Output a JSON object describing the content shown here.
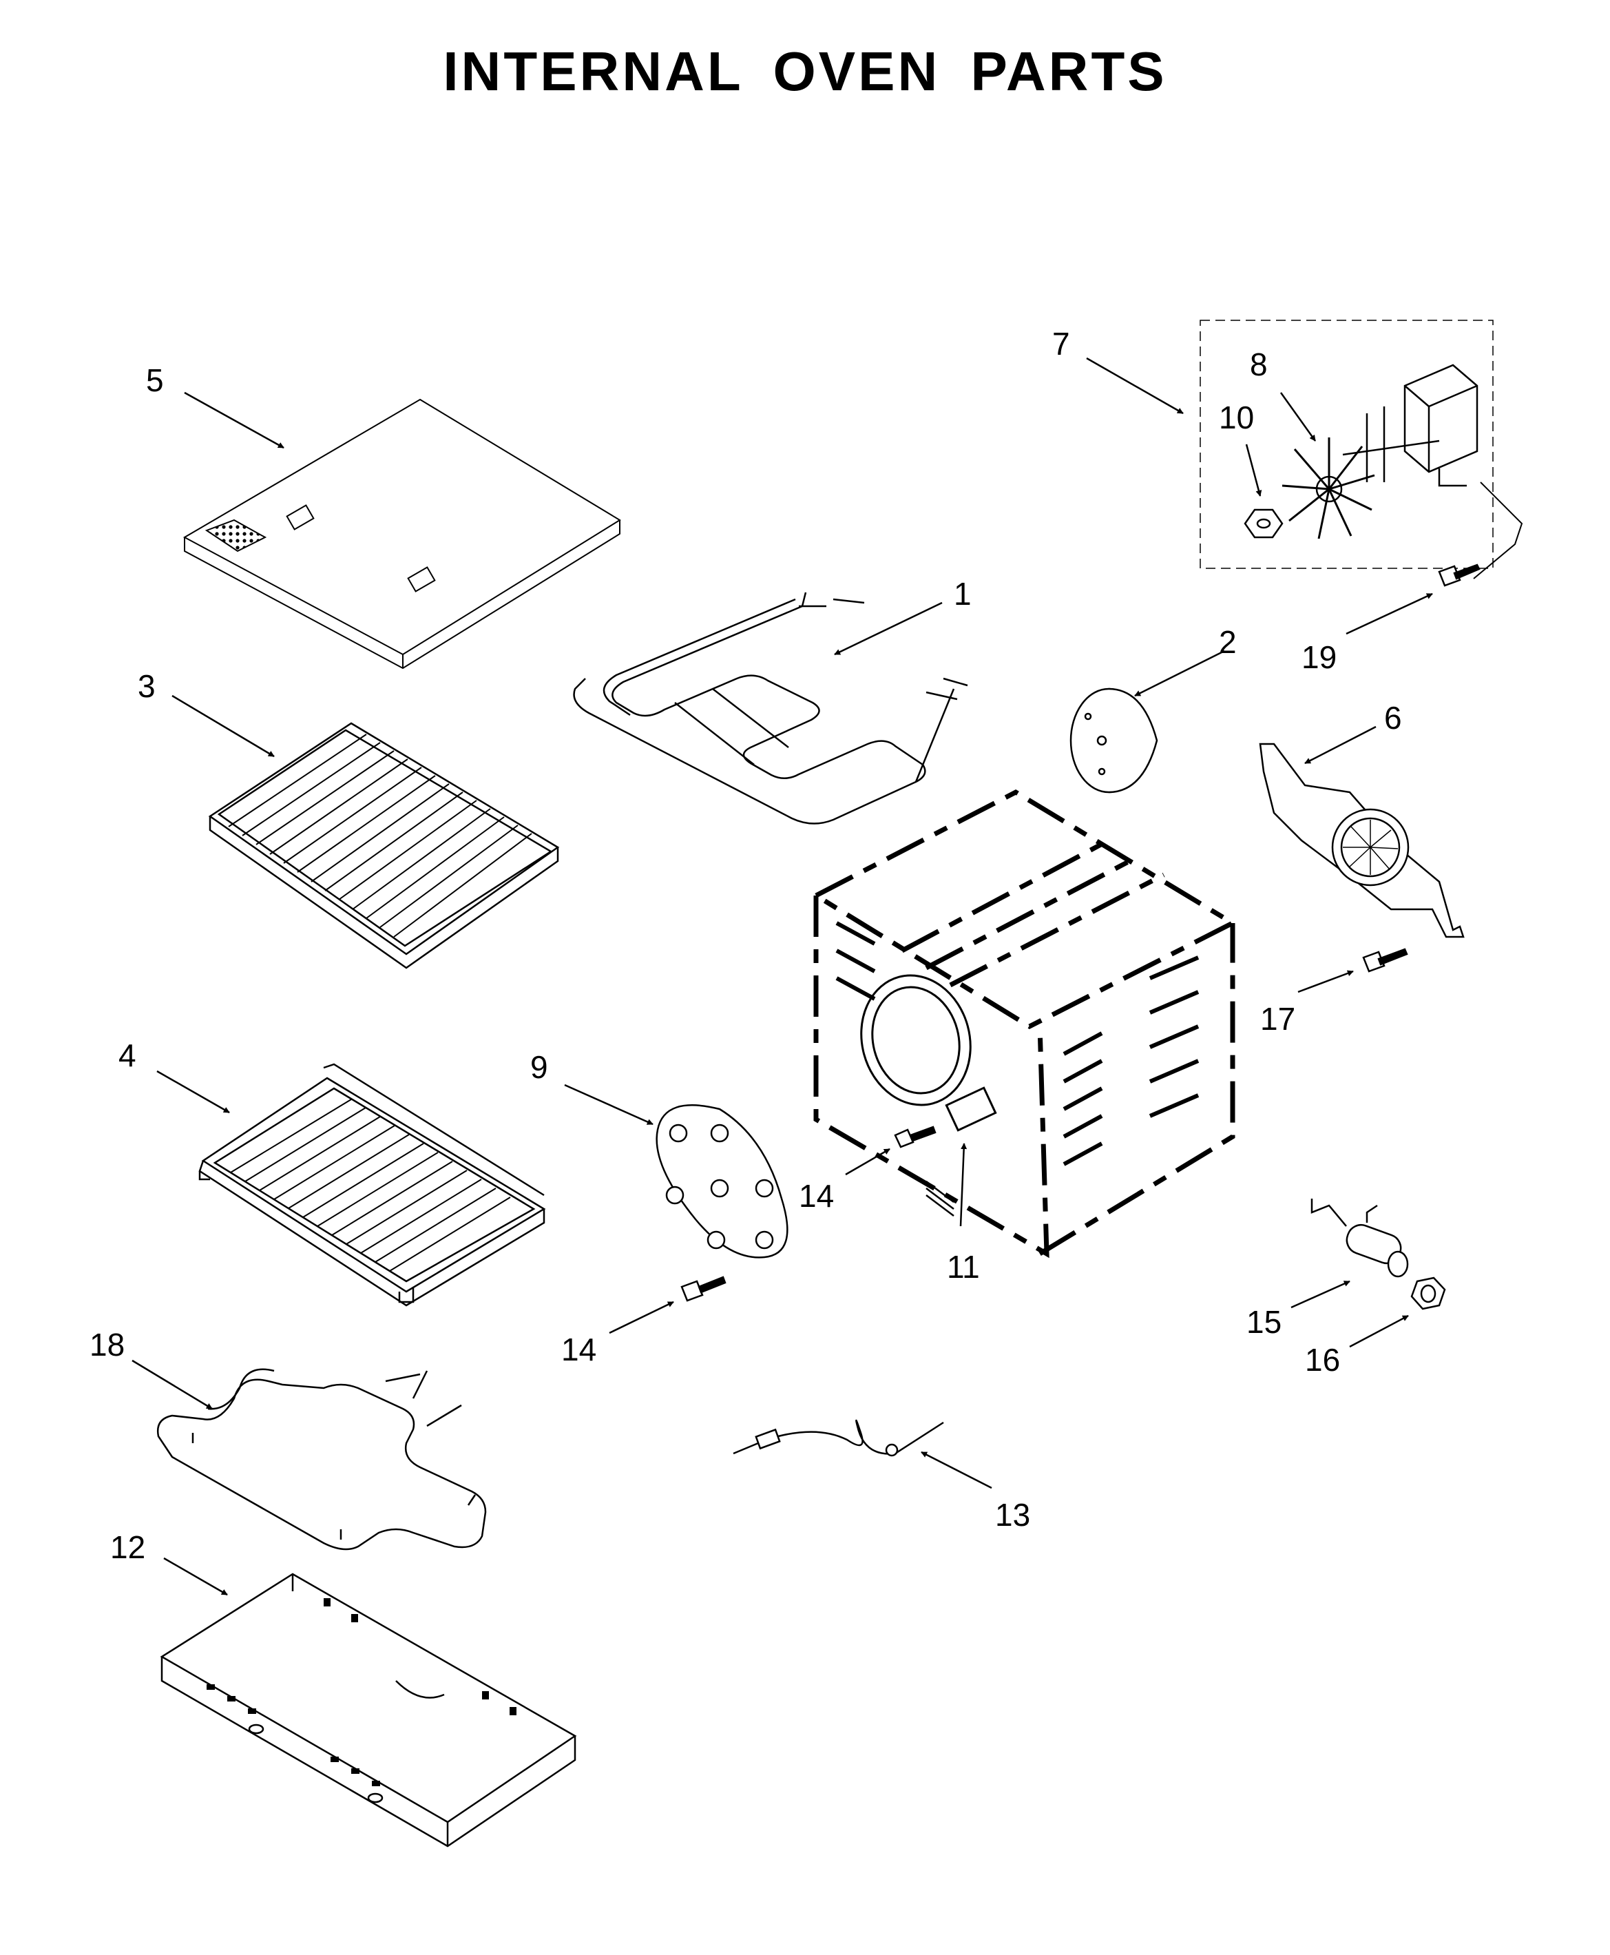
{
  "title": "INTERNAL OVEN PARTS",
  "callouts": {
    "p1": "1",
    "p2": "2",
    "p3": "3",
    "p4": "4",
    "p5": "5",
    "p6": "6",
    "p7": "7",
    "p8": "8",
    "p9": "9",
    "p10": "10",
    "p11": "11",
    "p12": "12",
    "p13": "13",
    "p14a": "14",
    "p14b": "14",
    "p15": "15",
    "p16": "16",
    "p17": "17",
    "p18": "18",
    "p19": "19"
  },
  "colors": {
    "ink": "#000000",
    "background": "#ffffff"
  }
}
